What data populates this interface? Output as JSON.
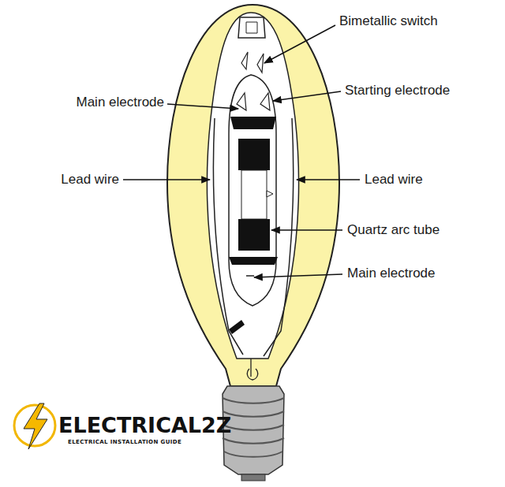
{
  "diagram": {
    "labels": [
      "Bimetallic switch",
      "Starting electrode",
      "Main electrode",
      "Lead wire",
      "Lead wire",
      "Quartz arc tube",
      "Main electrode",
      "ELECTRICAL2Z",
      "ELECTRICAL INSTALLATION GUIDE"
    ]
  }
}
